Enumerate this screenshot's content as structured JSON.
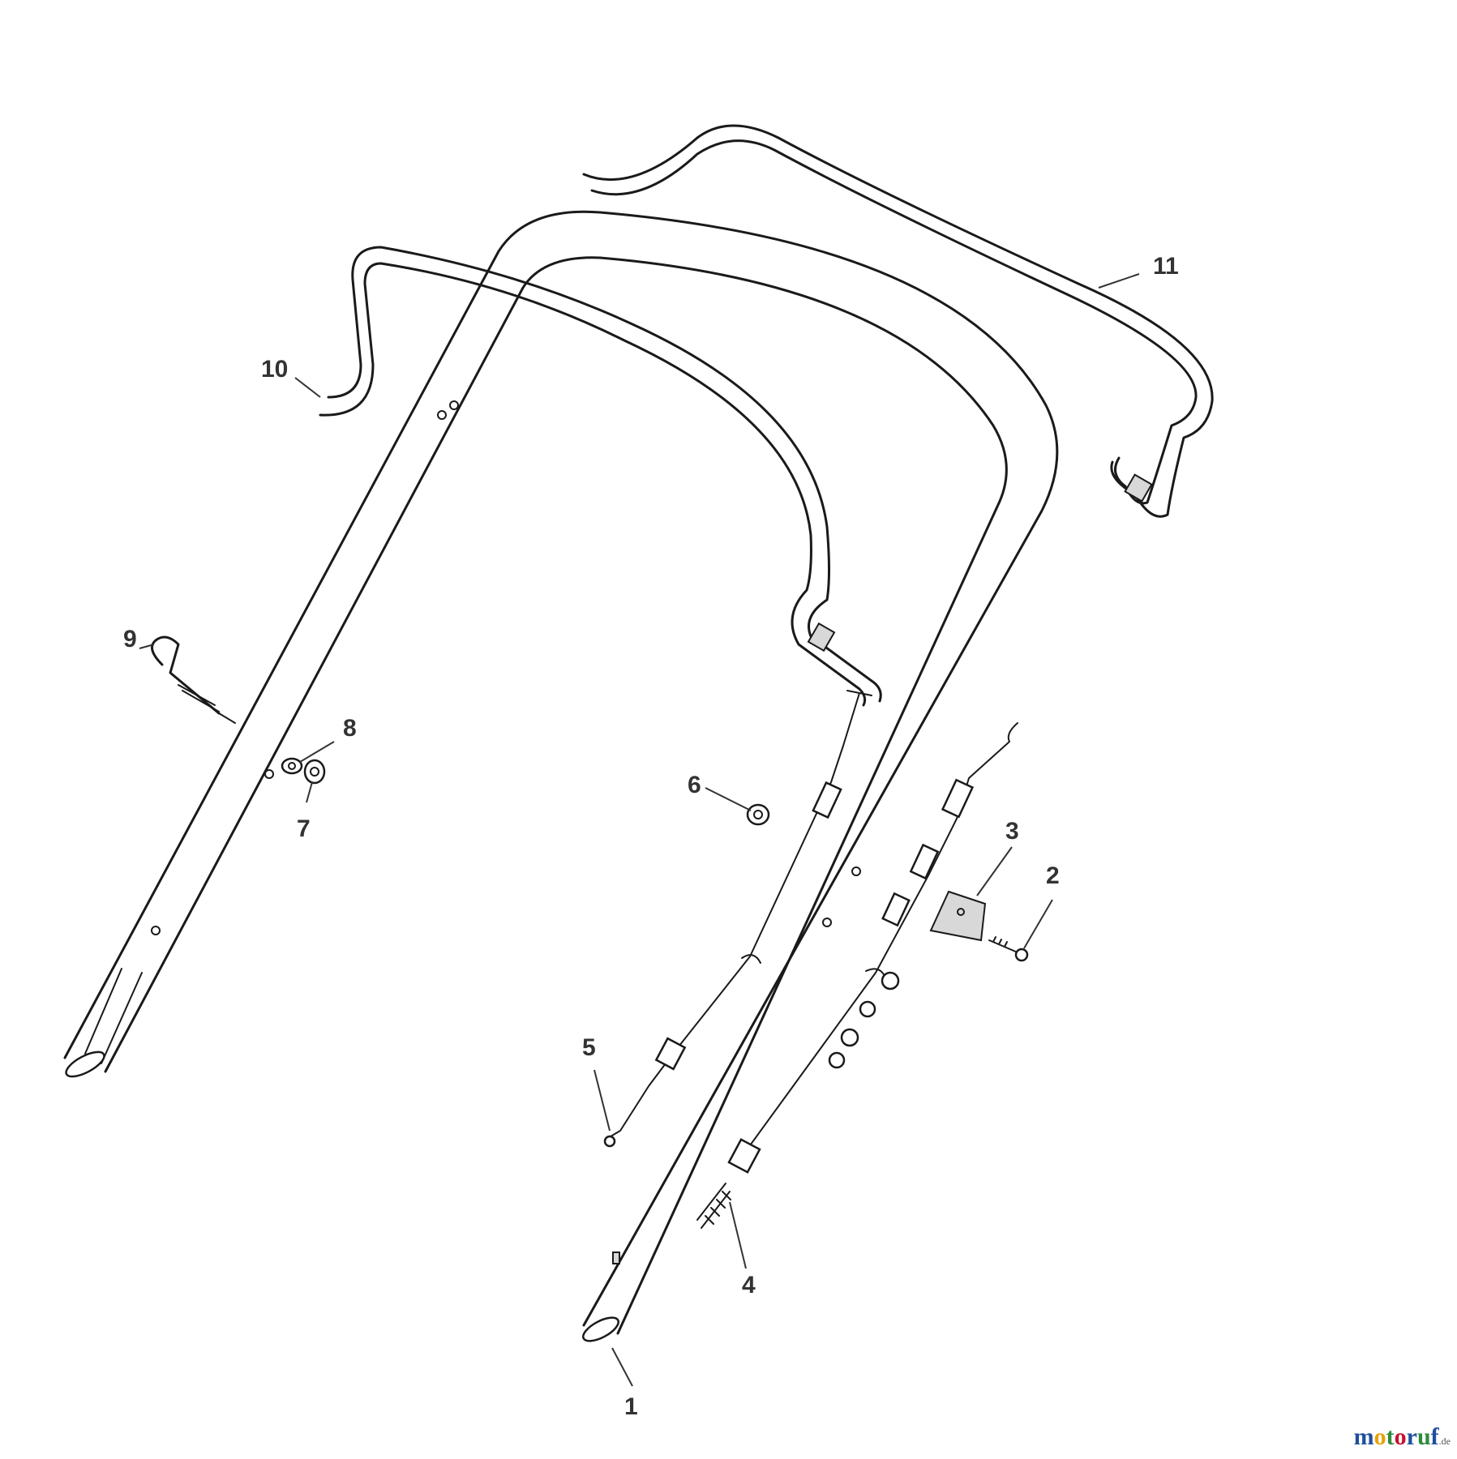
{
  "labels": {
    "p1": "1",
    "p2": "2",
    "p3": "3",
    "p4": "4",
    "p5": "5",
    "p6": "6",
    "p7": "7",
    "p8": "8",
    "p9": "9",
    "p10": "10",
    "p11": "11"
  },
  "watermark": {
    "m": "m",
    "o1": "o",
    "t": "t",
    "o2": "o",
    "r": "r",
    "u": "u",
    "f": "f",
    "tld": ".de"
  },
  "colors": {
    "line": "#1a1a1a",
    "label": "#333333",
    "wm_m": "#1f4f9e",
    "wm_o1": "#e8a200",
    "wm_t": "#2e8b3d",
    "wm_o2": "#c8102e",
    "wm_r": "#1f4f9e",
    "wm_u": "#2e8b3d",
    "wm_f": "#1f4f9e"
  }
}
